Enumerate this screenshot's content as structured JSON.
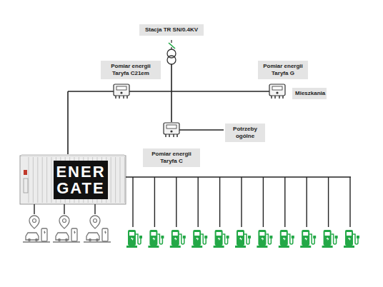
{
  "diagram": {
    "nodes": [
      {
        "text": [
          "Stacja TR SN/0.4KV"
        ]
      },
      {
        "text": [
          "Pomiar energii Taryfa C21em"
        ]
      },
      {
        "text": [
          "Pomiar energii Taryfa G"
        ]
      },
      {
        "text": [
          "Mieszkania"
        ]
      },
      {
        "text": [
          "Potrzeby ogólne"
        ]
      },
      {
        "text": [
          "Pomiar energii Taryfa C"
        ]
      },
      {
        "text": [
          "ENER GATE"
        ]
      }
    ]
  }
}
